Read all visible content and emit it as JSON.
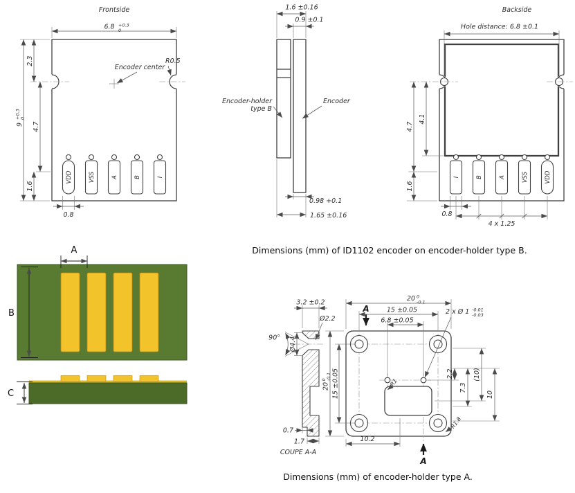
{
  "colors": {
    "line": "#3f3f3f",
    "pcb_green": "#587b31",
    "pcb_green_dark": "#4c6b29",
    "pad_gold": "#f2c32b",
    "pad_gold_line": "#d9b92a"
  },
  "frontside": {
    "title": "Frontside",
    "width": "6.8",
    "width_tol_up": "+0.3",
    "width_tol_dn": "0",
    "dim_top_to_hole": "2.3",
    "encoder_center_label": "Encoder center",
    "radius_label": "R0.5",
    "height": "9",
    "height_tol_up": "+0.3",
    "height_tol_dn": "0",
    "dim_hole_to_pad": "4.7",
    "dim_pad_len": "1.6",
    "dim_pad_width": "0.8",
    "pads": [
      "VDD",
      "VSS",
      "A",
      "B",
      "I"
    ]
  },
  "side": {
    "dim_total_top": "1.6 ±0.16",
    "dim_encoder_top": "0.9 ±0.1",
    "holder_label_line1": "Encoder-holder",
    "holder_label_line2": "type B",
    "encoder_label": "Encoder",
    "dim_encoder_bottom": "0.98 +0.1",
    "dim_total_bottom": "1.65 ±0.16"
  },
  "backside": {
    "title": "Backside",
    "hole_distance": "Hole distance: 6.8 ±0.1",
    "dim_hole_to_pad": "4.7",
    "dim_hole_to_body": "4.1",
    "dim_pad_len": "1.6",
    "dim_pad_width": "0.8",
    "dim_pitch": "4 x 1.25",
    "pads": [
      "I",
      "B",
      "A",
      "VSS",
      "VDD"
    ]
  },
  "caption_type_b": "Dimensions (mm) of ID1102 encoder on encoder-holder type B.",
  "pcb_photo": {
    "dim_a": "A",
    "dim_b": "B",
    "dim_c": "C"
  },
  "type_a": {
    "coupe_label": "COUPE A-A",
    "section_letter": "A",
    "dim_thickness": "3.2 ±0.2",
    "dia_hole": "Ø2.2",
    "dia_countersink": "Ø4.4",
    "angle": "90°",
    "dim_width": "20",
    "dim_width_tol_up": "0",
    "dim_width_tol_dn": "-0.1",
    "dim_hole_pitch_top": "15 ±0.05",
    "dim_small_hole_pitch": "6.8 ±0.05",
    "small_holes_label": "2 x Ø 1",
    "small_holes_tol_up": "-0.01",
    "small_holes_tol_dn": "-0.03",
    "dim_2_2": "2.2",
    "dim_7_3": "7.3",
    "dim_10_ref": "(10)",
    "dim_10": "10",
    "dim_height": "20",
    "dim_height_tol_up": "0",
    "dim_height_tol_dn": "-0.1",
    "dim_hole_pitch_left": "15 ±0.05",
    "radius_pocket": "R1",
    "radius_corner": "R1.8",
    "dim_pocket_offset": "10.2",
    "dim_step1": "0.7",
    "dim_step2": "1.7"
  },
  "caption_type_a": "Dimensions (mm) of encoder-holder type A."
}
